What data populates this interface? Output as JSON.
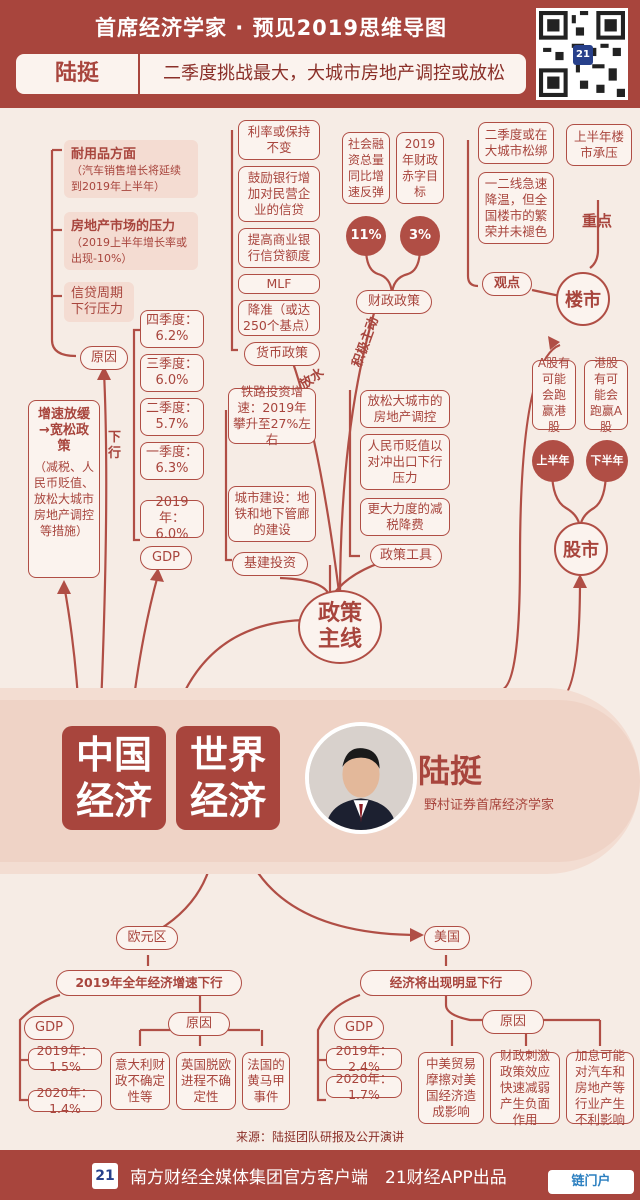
{
  "header": {
    "title": "首席经济学家 · 预见2019思维导图",
    "name": "陆挺",
    "headline": "二季度挑战最大，大城市房地产调控或放松"
  },
  "left": {
    "durables_title": "耐用品方面",
    "durables_text": "（汽车销售增长将延续到2019年上半年）",
    "property_title": "房地产市场的压力",
    "property_text": "（2019上半年增长率或出现-10%）",
    "credit": "信贷周期下行压力",
    "reason": "原因",
    "policy_title": "增速放缓→宽松政策",
    "policy_text": "（减税、人民币贬值、放松大城市房地产调控等措施）",
    "down_label": "下行",
    "gdp_quarters": [
      "四季度：6.2%",
      "三季度：6.0%",
      "二季度：5.7%",
      "一季度：6.3%"
    ],
    "gdp_year": "2019年：6.0%",
    "gdp": "GDP"
  },
  "monetary": {
    "items": [
      "利率或保持不变",
      "鼓励银行增加对民营企业的信贷",
      "提高商业银行信贷额度",
      "MLF",
      "降准（或达250个基点）"
    ],
    "label": "货币政策",
    "arrow": "放水"
  },
  "fiscal": {
    "items": [
      "社会融资总量同比增速反弹",
      "2019年财政赤字目标"
    ],
    "values": [
      "11%",
      "3%"
    ],
    "label": "财政政策",
    "arrow": "积极主动"
  },
  "infra": {
    "items": [
      "铁路投资增速：2019年攀升至27%左右",
      "城市建设：地铁和地下管廊的建设"
    ],
    "label": "基建投资"
  },
  "tools": {
    "items": [
      "放松大城市的房地产调控",
      "人民币贬值以对冲出口下行压力",
      "更大力度的减税降费"
    ],
    "label": "政策工具"
  },
  "policy_main": "政策主线",
  "housing": {
    "items": [
      "二季度或在大城市松绑",
      "一二线急速降温，但全国楼市的繁荣并未褪色",
      "上半年楼市承压"
    ],
    "view": "观点",
    "focus": "重点",
    "label": "楼市"
  },
  "stocks": {
    "items": [
      "A股有可能会跑赢港股",
      "港股有可能会跑赢A股"
    ],
    "tags": [
      "上半年",
      "下半年"
    ],
    "label": "股市"
  },
  "center": {
    "china": "中国经济",
    "world": "世界经济",
    "person": "陆挺",
    "person_title": "野村证券首席经济学家"
  },
  "europe": {
    "label": "欧元区",
    "headline": "2019年全年经济增速下行",
    "gdp": "GDP",
    "gdp_values": [
      "2019年：1.5%",
      "2020年：1.4%"
    ],
    "reason": "原因",
    "reasons": [
      "意大利财政不确定性等",
      "英国脱欧进程不确定性",
      "法国的黄马甲事件"
    ]
  },
  "usa": {
    "label": "美国",
    "headline": "经济将出现明显下行",
    "gdp": "GDP",
    "gdp_values": [
      "2019年：2.4%",
      "2020年：1.7%"
    ],
    "reason": "原因",
    "reasons": [
      "中美贸易摩擦对美国经济造成影响",
      "财政刺激政策效应快速减弱产生负面作用",
      "加息可能对汽车和房地产等行业产生不利影响"
    ]
  },
  "source": "来源：陆挺团队研报及公开演讲",
  "footer": {
    "logo": "21",
    "text": "南方财经全媒体集团官方客户端　21财经APP出品",
    "watermark": "链门户"
  },
  "colors": {
    "brand": "#a8453d",
    "bg": "#f6ece5",
    "pink": "#f4dcd2"
  }
}
